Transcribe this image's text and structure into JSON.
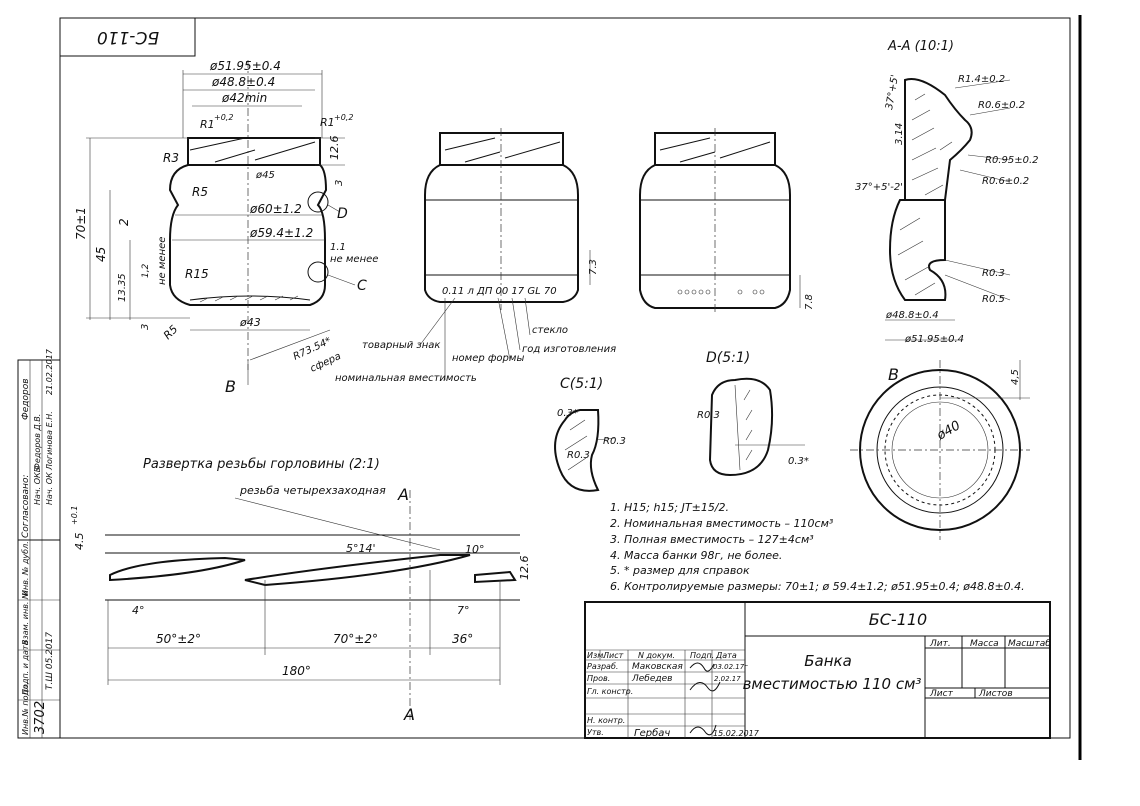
{
  "corner_stamp": "БС-110",
  "side_approvals": {
    "soglasovano": "Согласовано:",
    "nach_oks_1": "Нач. ОКБ",
    "nach_oks_2": "Нач. ОК",
    "name_1": "Федоров Д.В.",
    "name_2": "Логинова Е.Н.",
    "sign_1": "Федоров",
    "sign_2": "21.02.2017"
  },
  "side_columns": [
    "Инв.№ подл.",
    "Подп. и дата",
    "Взам. инв. №",
    "Инв. № дубл.",
    "Подп. и дата"
  ],
  "side_inv_number": "3702",
  "side_inv_sign": "Т.Ш 05.2017",
  "main_view": {
    "d_outer": "ø51.95±0.4",
    "d_thread": "ø48.8±0.4",
    "d_inner": "ø42min",
    "r_top_left": "R1",
    "r_top_left_tol": "+0,2",
    "r_top_right": "R1",
    "r_top_right_tol": "+0,2",
    "r3": "R3",
    "r5": "R5",
    "d45": "ø45",
    "d60": "ø60±1.2",
    "d59": "ø59.4±1.2",
    "r15": "R15",
    "r5_low": "R5",
    "d43": "ø43",
    "h_total": "70±1",
    "h45": "45",
    "h2": "2",
    "h13": "13.35",
    "h12": "1,2",
    "h3": "3",
    "neck_h": "12.6",
    "neck_3": "3",
    "min_note": "не менее",
    "note_11": "1.1",
    "note_11b": "не менее",
    "d_label": "D",
    "c_label": "C",
    "sphere_r": "R73.54*",
    "sphere": "сфера",
    "section_b": "В"
  },
  "front_view": {
    "marking": "0.11 л   ДП  00  17  GL 70",
    "dim_73": "7.3",
    "labels": {
      "glass": "стекло",
      "trademark": "товарный знак",
      "form_no": "номер формы",
      "year": "год изготовления",
      "capacity": "номинальная вместимость"
    }
  },
  "side_view": {
    "dim_78": "7.8"
  },
  "section_aa": {
    "title": "А-А (10:1)",
    "r14": "R1.4±0.2",
    "r06": "R0.6±0.2",
    "r095": "R0.95±0.2",
    "r06b": "R0.6±0.2",
    "ang1": "37°+5'",
    "ang2": "37°+5'-2'",
    "h314": "3.14",
    "r03": "R0.3",
    "r05": "R0.5",
    "d488": "ø48.8±0.4",
    "d5195": "ø51.95±0.4"
  },
  "detail_d": {
    "title": "D(5:1)",
    "r03": "R0.3",
    "dim": "0.3*"
  },
  "detail_c": {
    "title": "C(5:1)",
    "dim": "0.3*",
    "r03": "R0.3",
    "r03b": "R0.3"
  },
  "view_b": {
    "title": "В",
    "d40": "ø40",
    "dim45": "4,5"
  },
  "thread": {
    "title": "Развертка резьбы горловины (2:1)",
    "note": "резьба четырехзаходная",
    "a_label": "А",
    "h45": "4.5",
    "h45_tol": "+0.1",
    "ang514": "5°14'",
    "ang10": "10°",
    "h126": "12.6",
    "ang4": "4°",
    "ang7": "7°",
    "d50": "50°±2°",
    "d70": "70°±2°",
    "d36": "36°",
    "d180": "180°"
  },
  "notes": [
    "1.  H15;  h15;  JT±15/2.",
    "2.  Номинальная вместимость  – 110см³",
    "3.  Полная вместимость   – 127±4см³",
    "4.  Масса банки   98г,  не более.",
    "5.  * размер для справок",
    "6.  Контролируемые размеры: 70±1;  ø 59.4±1.2;  ø51.95±0.4;  ø48.8±0.4."
  ],
  "title_block": {
    "designation": "БС-110",
    "name_line1": "Банка",
    "name_line2": "вместимостью 110 см³",
    "col_izm": "Изм.",
    "col_list": "Лист",
    "col_ndok": "N докум.",
    "col_podp": "Подп.",
    "col_data": "Дата",
    "row_razrab": "Разраб.",
    "row_prov": "Пров.",
    "row_gl": "Гл. констр.",
    "row_nkontr": "Н. контр.",
    "row_utv": "Утв.",
    "razrab_name": "Маковская",
    "prov_name": "Лебедев",
    "utv_name": "Гербач",
    "razrab_date": "03.02.17г",
    "prov_date": "2.02.17",
    "utv_date": "15.02.2017",
    "lit": "Лит.",
    "massa": "Масса",
    "masshtab": "Масштаб",
    "list": "Лист",
    "listov": "Листов"
  }
}
